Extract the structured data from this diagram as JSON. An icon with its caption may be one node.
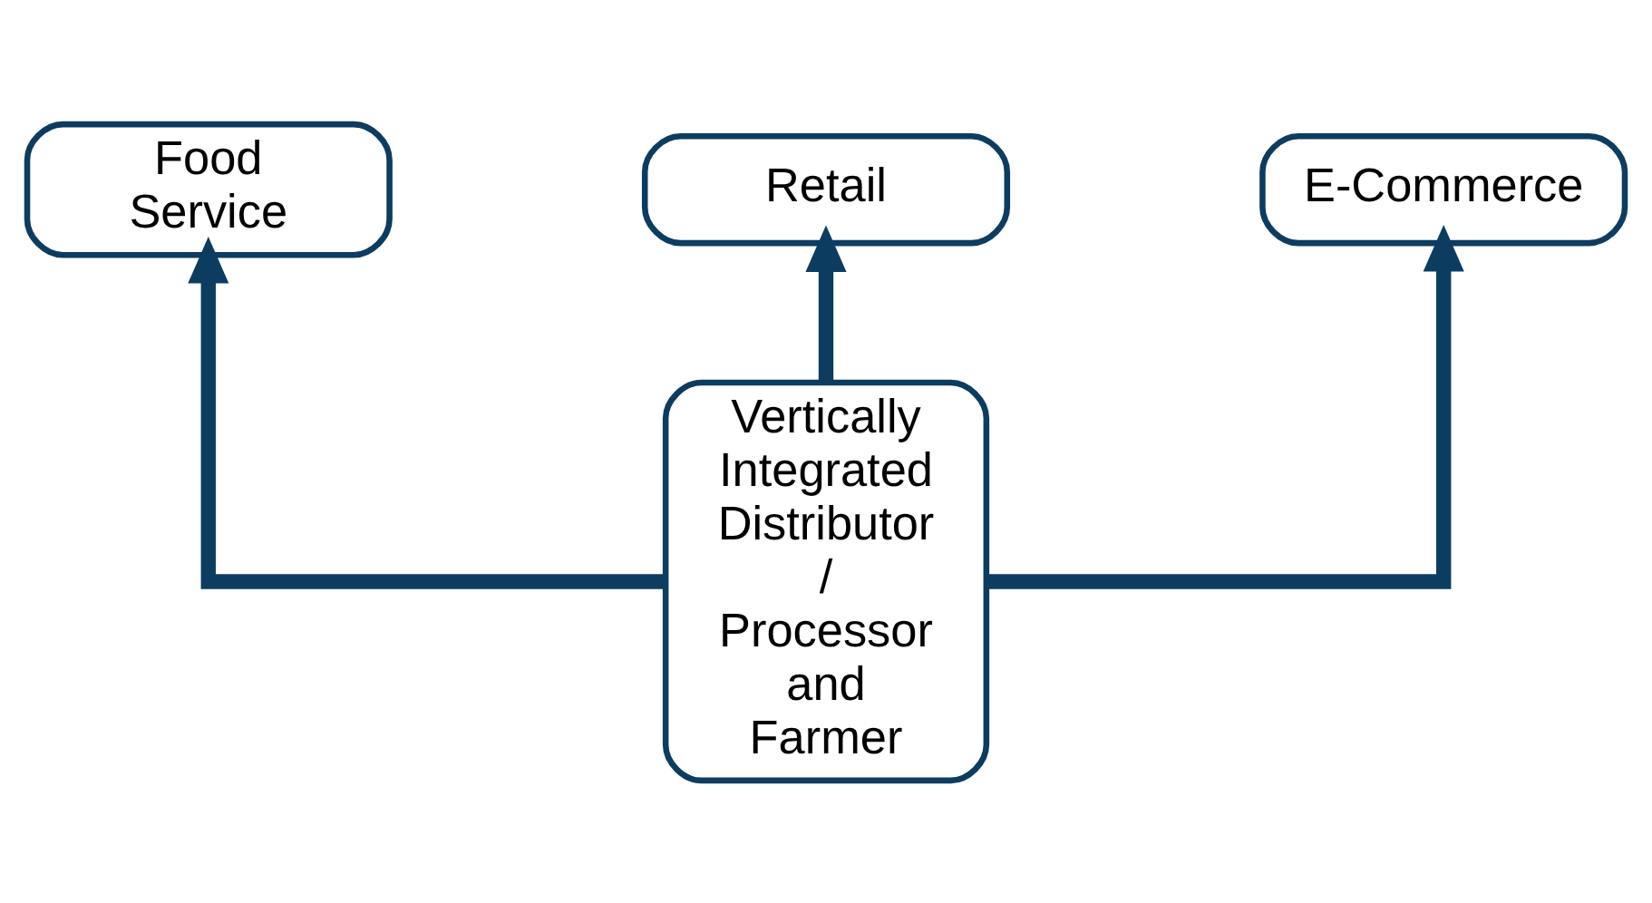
{
  "diagram": {
    "nodes": [
      {
        "text": [
          "Food Service"
        ]
      },
      {
        "text": [
          "Retail"
        ]
      },
      {
        "text": [
          "E-Commerce"
        ]
      },
      {
        "text": [
          "Vertically Integrated Distributor / Processor and Farmer"
        ]
      }
    ],
    "edges": [
      {
        "from": 3,
        "to": 0,
        "arrow": "to"
      },
      {
        "from": 3,
        "to": 1,
        "arrow": "to"
      },
      {
        "from": 3,
        "to": 2,
        "arrow": "to"
      }
    ]
  }
}
